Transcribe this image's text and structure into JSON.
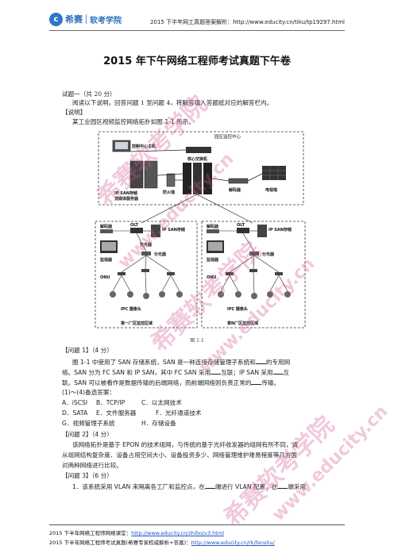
{
  "header": {
    "logo_mark": "c",
    "brand": "希赛",
    "sub_brand": "软考学院",
    "doc_line": "2015 下半年网工真题答案解析：http://www.educity.cn/tiku/tp19297.html"
  },
  "title": "2015 年下午网络工程师考试真题下午卷",
  "question1": {
    "heading": "试题一（共 20 分）",
    "intro": "阅读以下说明，回答问题 1 至问题 4，将解答填入答题纸对应的解答栏内。",
    "desc_label": "【说明】",
    "desc_text": "某工业园区视频监控网络拓扑如图 1-1 所示。"
  },
  "diagram": {
    "center_label": "园区监控中心",
    "host_label": "控制中心主机",
    "core_switch": "核心交换机",
    "firewall": "防火墙",
    "san_server_line1": "IP SAN存储",
    "san_server_line2": "流媒体服务器",
    "decoder": "解码器",
    "tv_wall": "电视墙",
    "zone1": {
      "decoder": "解码器",
      "olt": "OLT",
      "san": "IP SAN存储",
      "splitter_top": "分光器",
      "splitter": "分光器",
      "monitor": "监视器",
      "onu": "ONU",
      "camera": "IPC 摄像头",
      "zone_label": "第一厂区监控区域"
    },
    "zone2": {
      "decoder": "解码器",
      "olt": "OLT",
      "san": "IP SAN存储",
      "splitter": "分光器",
      "monitor": "监视器",
      "onu": "ONU",
      "camera": "IPC 摄像头",
      "zone_label": "第N厂区监控区域"
    },
    "caption": "图 1-1"
  },
  "problem1": {
    "heading": "【问题 1】（4 分）",
    "line1a": "图 1-1 中使用了 SAN 存储系统，SAN 是一种连接存储管理子系统和",
    "line1b": "的专用网",
    "line2a": "络。SAN 分为 FC SAN 和 IP SAN，其中 FC SAN 采用",
    "line2b": "互联；IP SAN 采用",
    "line2c": "互",
    "line3a": "联。SAN 可以被看作是数据传输的后端网络，而前端网络则负责正常的",
    "line3b": "传输。",
    "options_label": "(1)～(4)备选答案：",
    "options_row1": [
      "A．iSCSI",
      "B．TCP/IP",
      "C．以太网技术"
    ],
    "options_row2": [
      "D．SATA",
      "E．文件服务器",
      "F．光纤通道技术"
    ],
    "options_row3": [
      "G．视频管理子系统",
      "H．存储设备"
    ]
  },
  "problem2": {
    "heading": "【问题 2】（4 分）",
    "line1": "该网络拓扑是基于 EPON 的技术组网，与传统的基于光纤收发器的组网有所不同，请",
    "line2": "从组网结构复杂度、设备占用空间大小、设备投资多少、网络管理维护难易程度等几方面",
    "line3": "对两种网络进行比较。"
  },
  "problem3": {
    "heading": "【问题 3】（6 分）",
    "line1a": "1．该系统采用 VLAN 来隔离各工厂和监控点，在",
    "line1b": "端进行 VLAN 配置，在",
    "line1c": "端采用"
  },
  "footer": {
    "line1_text": "2015 下半年网络工程师网络课堂：",
    "line1_link": "http://www.educity.cn/zhibo/v3.html",
    "line2_text": "2015 下半年网络工程师考试真题(希赛专家权威解析+答案)：",
    "line2_link": "http://www.educity.cn/rk/fenshu/"
  },
  "watermark": {
    "cn": "希赛软考学院",
    "url": "www.educity.cn"
  }
}
